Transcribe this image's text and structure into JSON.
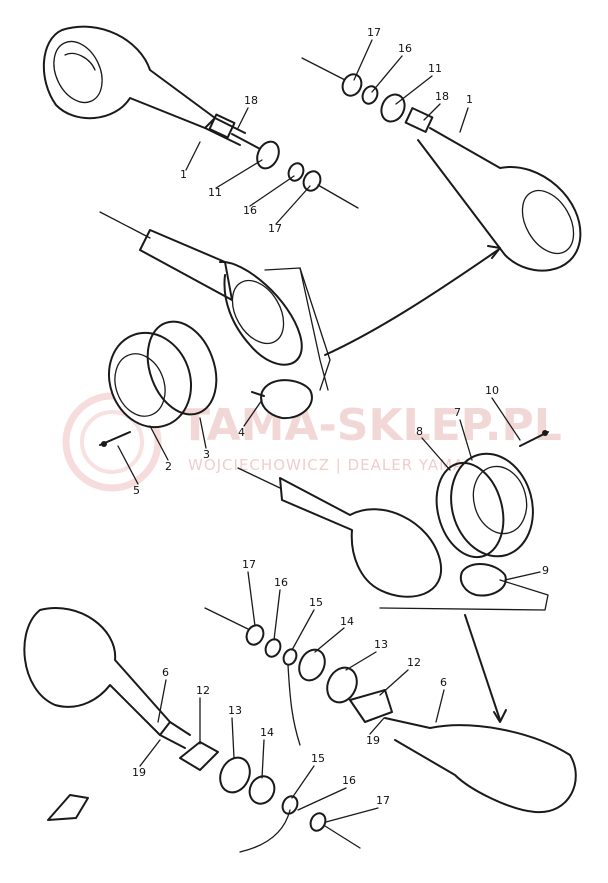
{
  "watermark": {
    "main": "TAMA-SKLEP.PL",
    "sub": "WOJCIECHOWICZ | DEALER YAMAHA"
  },
  "labels": [
    "17",
    "16",
    "11",
    "18",
    "1",
    "18",
    "1",
    "11",
    "16",
    "17",
    "4",
    "3",
    "2",
    "5",
    "10",
    "7",
    "8",
    "9",
    "17",
    "16",
    "15",
    "14",
    "13",
    "12",
    "6",
    "6",
    "12",
    "13",
    "14",
    "19",
    "19",
    "15",
    "16",
    "17"
  ]
}
